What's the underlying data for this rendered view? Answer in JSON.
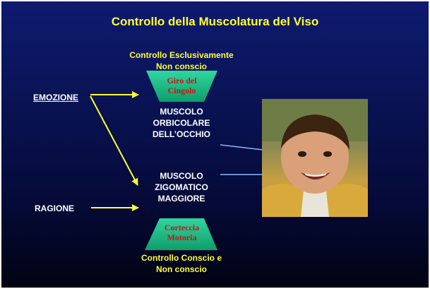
{
  "slide": {
    "title": "Controllo della Muscolatura del Viso",
    "top_caption_1": "Controllo Esclusivamente",
    "top_caption_2": "Non conscio",
    "top_region_1": "Giro del",
    "top_region_2": "Cingolo",
    "emotion_label": "EMOZIONE",
    "reason_label": "RAGIONE",
    "muscle1_1": "MUSCOLO",
    "muscle1_2": "ORBICOLARE",
    "muscle1_3": "DELL’OCCHIO",
    "muscle2_1": "MUSCOLO",
    "muscle2_2": "ZIGOMATICO",
    "muscle2_3": "MAGGIORE",
    "bottom_region_1": "Corteccia",
    "bottom_region_2": "Motoria",
    "bottom_caption_1": "Controllo Conscio e",
    "bottom_caption_2": "Non conscio"
  },
  "colors": {
    "title": "#ffff33",
    "arrow_yellow": "#ffff33",
    "arrow_blue": "#8ab8ff",
    "trapezoid": "#1ec28a",
    "region_text": "#d01010"
  },
  "icons": {
    "photo": "smiling-child-photo"
  }
}
